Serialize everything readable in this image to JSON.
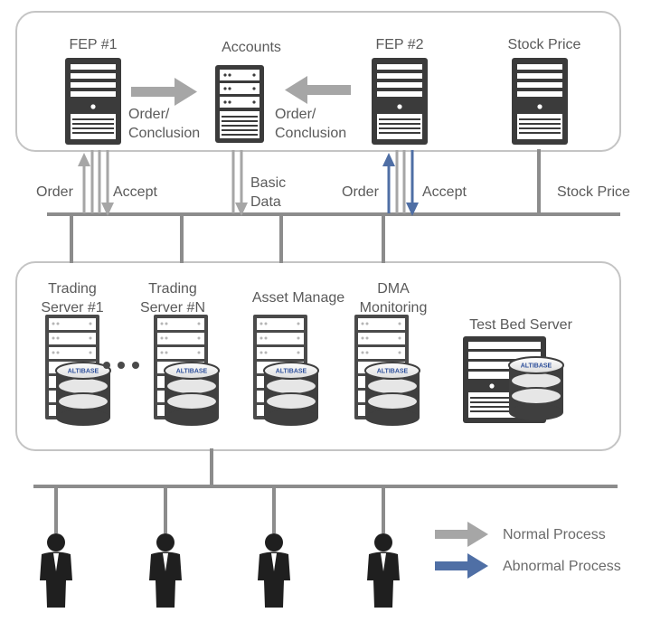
{
  "top": {
    "fep1": "FEP #1",
    "accounts": "Accounts",
    "fep2": "FEP #2",
    "stock_price": "Stock Price",
    "order_conclusion_left": [
      "Order/",
      "Conclusion"
    ],
    "order_conclusion_right": [
      "Order/",
      "Conclusion"
    ]
  },
  "links": {
    "order_left": "Order",
    "accept_left": "Accept",
    "basic_data": [
      "Basic",
      "Data"
    ],
    "order_right": "Order",
    "accept_right": "Accept",
    "stock_price": "Stock Price"
  },
  "servers": {
    "trading1": [
      "Trading",
      "Server #1"
    ],
    "tradingN": [
      "Trading",
      "Server #N"
    ],
    "asset": "Asset Manage",
    "dma": [
      "DMA",
      "Monitoring"
    ],
    "testbed": "Test Bed Server",
    "db_badge": "ALTIBASE",
    "ellipsis": "● ● ●"
  },
  "legend": {
    "normal": "Normal Process",
    "abnormal": "Abnormal Process"
  },
  "colors": {
    "normal": "#a6a6a6",
    "abnormal": "#4f6fa5",
    "dark": "#3b3b3b",
    "bus": "#8c8c8c"
  }
}
